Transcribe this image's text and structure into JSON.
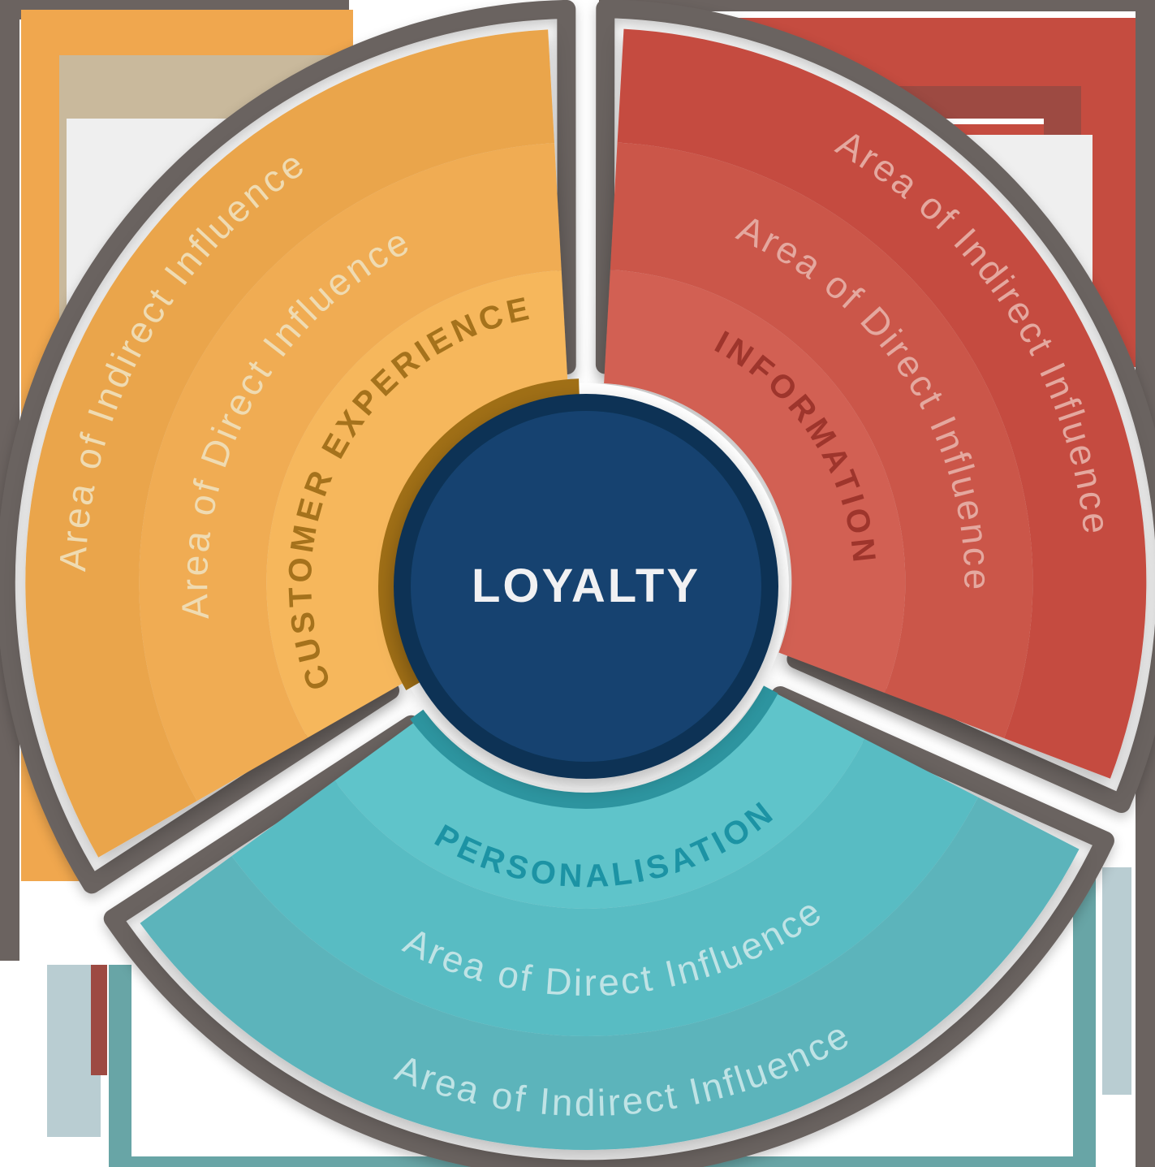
{
  "center": {
    "label": "LOYALTY",
    "fill": "#144370",
    "ring": "#0e3355",
    "text_color": "#f1f1f3"
  },
  "palette": {
    "border": "#6b6360",
    "gap": "#ffffff",
    "bg_gray": "#6b6360",
    "bg_orange": "#f0a74e",
    "bg_tan": "#c9b99c",
    "bg_light": "#efefef",
    "bg_red": "#c54c40",
    "bg_maroon": "#9d4a42",
    "bg_pale": "#b9cdd2",
    "bg_teal": "#68a5a6",
    "bg_white": "#ffffff"
  },
  "sectors": [
    {
      "id": "customer-experience",
      "title": "CUSTOMER EXPERIENCE",
      "title_color": "#a5721c",
      "outer_label": "Area of Indirect Influence",
      "middle_label": "Area of Direct Influence",
      "label_color": "#efdbb2",
      "rings": {
        "outer": "#eaa54c",
        "middle": "#f0ac52",
        "inner": "#f6b75b"
      },
      "inner_arc": "#a06f16"
    },
    {
      "id": "information",
      "title": "INFORMATION",
      "title_color": "#9e352c",
      "outer_label": "Area of Indirect Influence",
      "middle_label": "Area of Direct Influence",
      "label_color": "#e4a89f",
      "rings": {
        "outer": "#c54c40",
        "middle": "#cb5649",
        "inner": "#d26053"
      }
    },
    {
      "id": "personalisation",
      "title": "PERSONALISATION",
      "title_color": "#1c93a4",
      "outer_label": "Area of Indirect Influence",
      "middle_label": "Area of Direct Influence",
      "label_color": "#bfe3e5",
      "rings": {
        "outer": "#5cb4bb",
        "middle": "#58bcc3",
        "inner": "#5fc4ca"
      },
      "inner_arc": "#2d95a0"
    }
  ]
}
